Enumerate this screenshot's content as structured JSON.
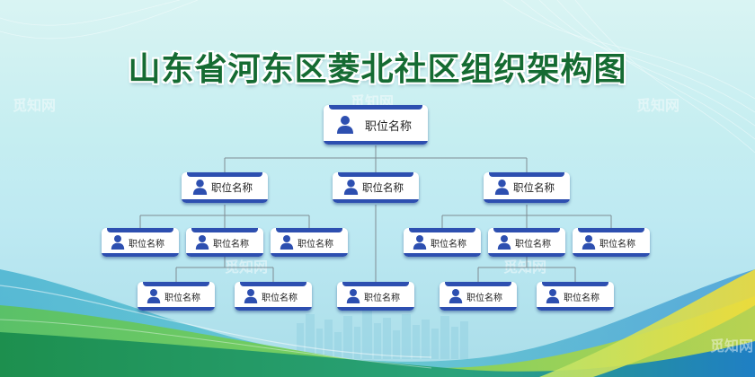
{
  "title": "山东省河东区菱北社区组织架构图",
  "watermark": "觅知网",
  "node_label": "职位名称",
  "colors": {
    "title": "#156b32",
    "box_accent": "#2d4fb0",
    "connector": "#7f8c93"
  },
  "icons": [
    "person-icon"
  ]
}
